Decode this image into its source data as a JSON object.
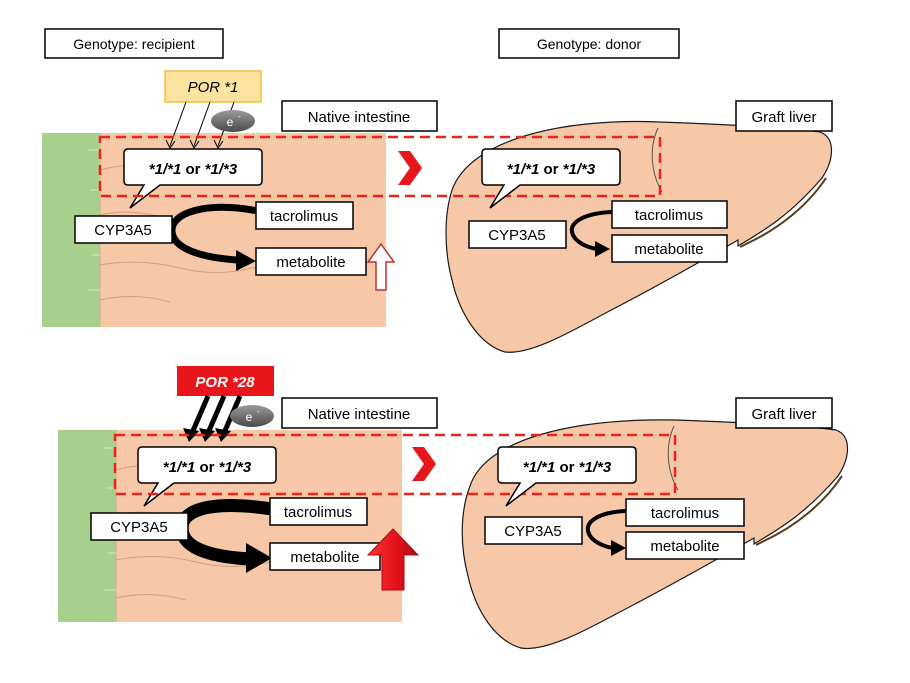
{
  "headers": {
    "recipient": "Genotype: recipient",
    "donor": "Genotype: donor"
  },
  "panels": [
    {
      "id": "top",
      "por_label": "POR *1",
      "electron": "e",
      "electron_sup": "-",
      "intestine_label": "Native intestine",
      "graft_label": "Graft liver",
      "intestine": {
        "genotype_bold1": "*1/*1",
        "genotype_mid": " or ",
        "genotype_bold2": "*1/*3",
        "enzyme": "CYP3A5",
        "substrate": "tacrolimus",
        "product": "metabolite"
      },
      "liver": {
        "genotype_bold1": "*1/*1",
        "genotype_mid": " or ",
        "genotype_bold2": "*1/*3",
        "enzyme": "CYP3A5",
        "substrate": "tacrolimus",
        "product": "metabolite"
      }
    },
    {
      "id": "bottom",
      "por_label": "POR *28",
      "electron": "e",
      "electron_sup": "-",
      "intestine_label": "Native intestine",
      "graft_label": "Graft liver",
      "intestine": {
        "genotype_bold1": "*1/*1",
        "genotype_mid": " or ",
        "genotype_bold2": "*1/*3",
        "enzyme": "CYP3A5",
        "substrate": "tacrolimus",
        "product": "metabolite"
      },
      "liver": {
        "genotype_bold1": "*1/*1",
        "genotype_mid": " or ",
        "genotype_bold2": "*1/*3",
        "enzyme": "CYP3A5",
        "substrate": "tacrolimus",
        "product": "metabolite"
      }
    }
  ],
  "colors": {
    "tissue": "#f6c8a8",
    "villi": "#a8d08d",
    "dash_red": "#e8241c",
    "por1_fill": "#fce4a0",
    "por1_border": "#f0c040",
    "por28_fill": "#e8161a",
    "arrow_red": "#e8161a"
  }
}
